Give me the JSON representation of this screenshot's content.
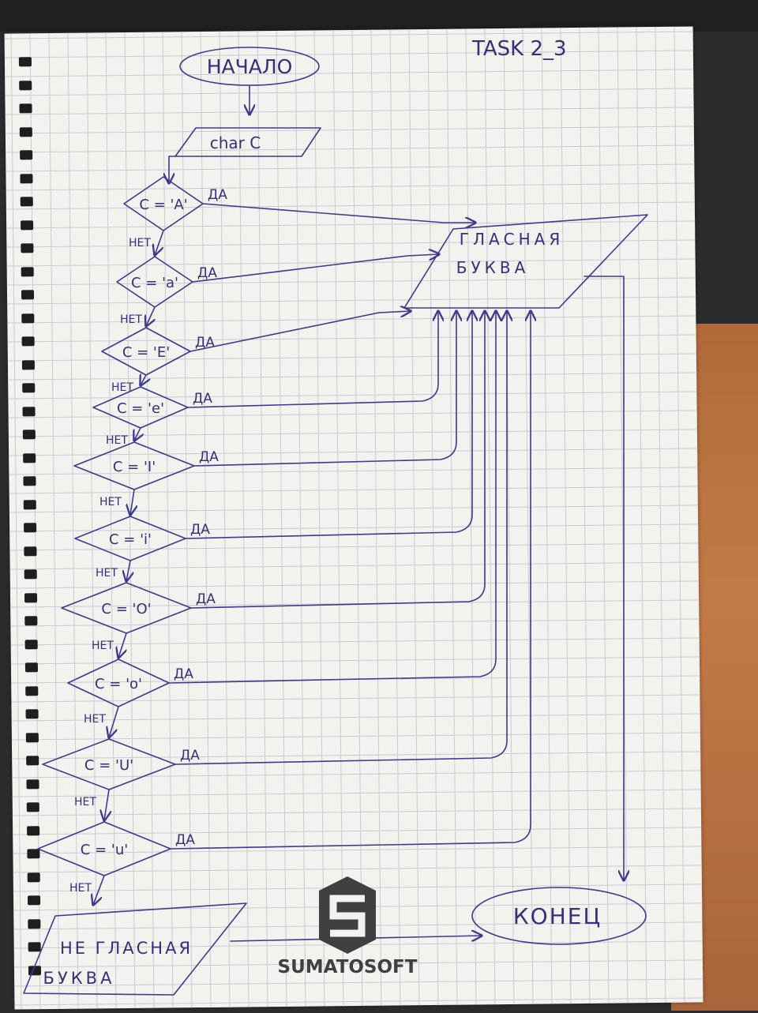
{
  "task_label": "TASK 2_3",
  "start_label": "НАЧАЛО",
  "input_label": "char C",
  "vowel_label_line1": "ГЛАСНАЯ",
  "vowel_label_line2": "БУКВА",
  "consonant_label_line1": "НЕ ГЛАСНАЯ",
  "consonant_label_line2": "БУКВА",
  "end_label": "КОНЕЦ",
  "yes_label": "ДА",
  "no_label": "НЕТ",
  "conditions": [
    "C = 'A'",
    "C = 'a'",
    "C = 'E'",
    "C = 'e'",
    "C = 'I'",
    "C = 'i'",
    "C = 'O'",
    "C = 'o'",
    "C = 'U'",
    "C = 'u'"
  ],
  "watermark": {
    "text": "SUMATOSOFT",
    "icon": "sumatosoft-logo-icon",
    "color": "#3f4042"
  },
  "ink_color": "#3c3a8f"
}
